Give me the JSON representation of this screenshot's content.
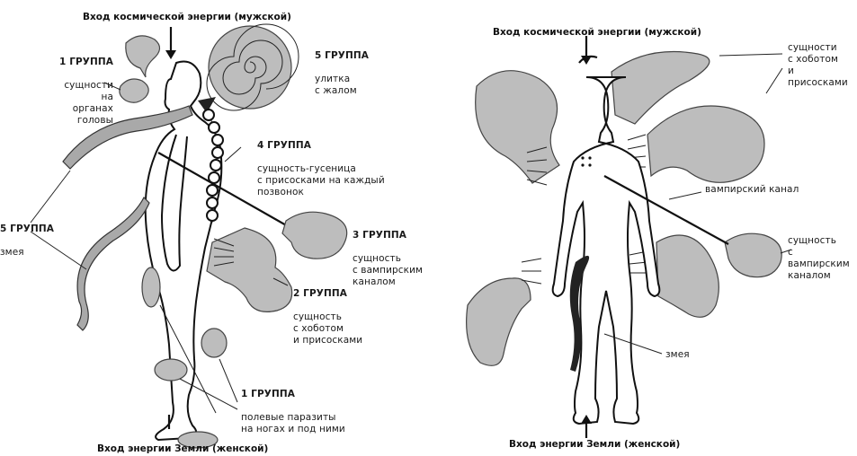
{
  "left": {
    "top_title": "Вход космической энергии (мужской)",
    "bottom_title": "Вход энергии Земли (женской)",
    "groups": [
      {
        "heading": "1 ГРУППА",
        "text": "сущности\nна органах\nголовы"
      },
      {
        "heading": "5 ГРУППА",
        "text": "улитка\nс жалом"
      },
      {
        "heading": "4 ГРУППА",
        "text": "сущность-гусеница\nс присосками на каждый\nпозвонок"
      },
      {
        "heading": "5 ГРУППА",
        "text": "змея"
      },
      {
        "heading": "3 ГРУППА",
        "text": "сущность\nс вампирским\nканалом"
      },
      {
        "heading": "2 ГРУППА",
        "text": "сущность\nс хоботом\nи присосками"
      },
      {
        "heading": "1 ГРУППА",
        "text": "полевые паразиты\nна ногах и под ними"
      }
    ]
  },
  "right": {
    "top_title": "Вход космической энергии (мужской)",
    "bottom_title": "Вход энергии Земли (женской)",
    "labels": {
      "trunk": "сущности\nс хоботом\nи присосками",
      "channel": "вампирский канал",
      "vampire": "сущность\nс вампирским\nканалом",
      "snake": "змея"
    }
  }
}
